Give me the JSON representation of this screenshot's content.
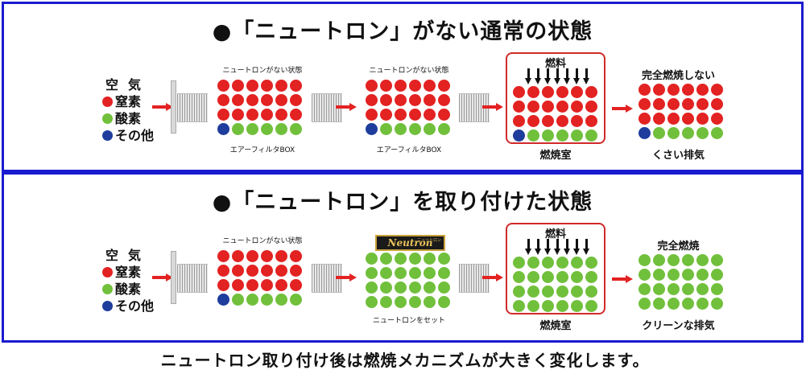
{
  "top": {
    "heading": "●「ニュートロン」がない通常の状態",
    "legend": {
      "title": "空気",
      "nitrogen": "窒素",
      "oxygen": "酸素",
      "other": "その他"
    },
    "stage1_caption": "ニュートロンがない状態",
    "stage1_bottom": "エアーフィルタBOX",
    "stage2_caption": "ニュートロンがない状態",
    "stage2_bottom": "エアーフィルタBOX",
    "fuel": "燃料",
    "chamber": "燃焼室",
    "result_top": "完全燃焼しない",
    "result_bottom": "くさい排気"
  },
  "bottom": {
    "heading": "●「ニュートロン」を取り付けた状態",
    "legend": {
      "title": "空気",
      "nitrogen": "窒素",
      "oxygen": "酸素",
      "other": "その他"
    },
    "stage1_caption": "ニュートロンがない状態",
    "logo": "Neutron",
    "logo_small": "ニュートロン",
    "stage2_bottom": "ニュートロンをセット",
    "fuel": "燃料",
    "chamber": "燃焼室",
    "result_top": "完全燃焼",
    "result_bottom": "クリーンな排気"
  },
  "footer": "ニュートロン取り付け後は燃焼メカニズムが大きく変化します。",
  "colors": {
    "nitrogen": "#e32222",
    "oxygen": "#71c03c",
    "other": "#1e3d9c",
    "frame": "#1a1ad0"
  },
  "grids": {
    "red_with_other": [
      "rrrrrr",
      "rrrrrr",
      "rrrrrr",
      "bggggg"
    ],
    "all_green": [
      "gggggg",
      "gggggg",
      "gggggg",
      "gggggg"
    ]
  }
}
